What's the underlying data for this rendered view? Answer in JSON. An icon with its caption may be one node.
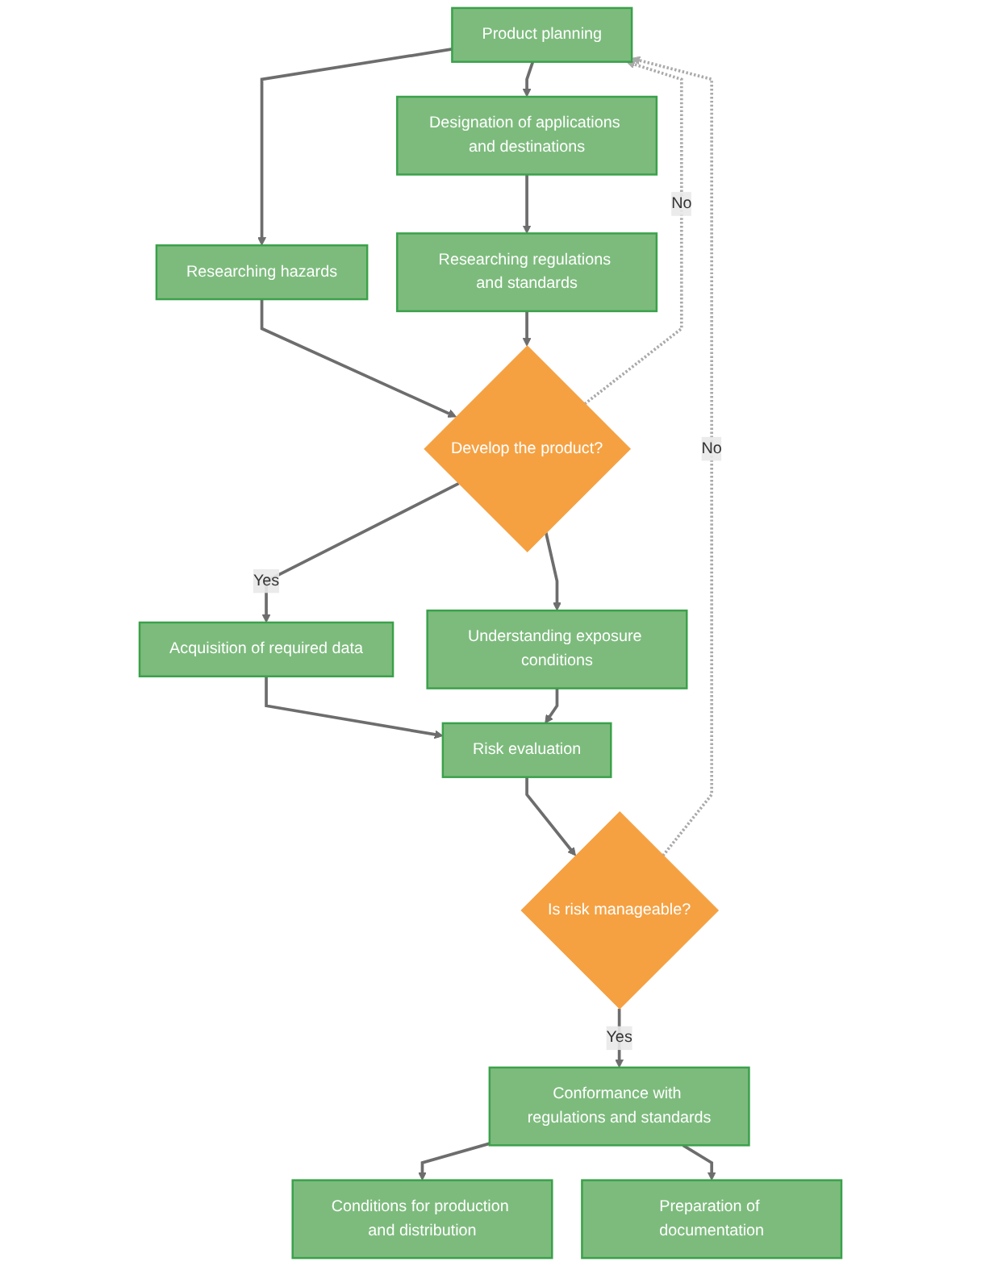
{
  "diagram": {
    "nodes": [
      {
        "text": [
          "Product planning"
        ]
      },
      {
        "text": [
          "Designation of applications and destinations"
        ]
      },
      {
        "text": [
          "Researching hazards"
        ]
      },
      {
        "text": [
          "Researching regulations and standards"
        ]
      },
      {
        "text": [
          "Develop the product?"
        ]
      },
      {
        "text": [
          "Acquisition of required data"
        ]
      },
      {
        "text": [
          "Understanding exposure conditions"
        ]
      },
      {
        "text": [
          "Risk evaluation"
        ]
      },
      {
        "text": [
          "Is risk manageable?"
        ]
      },
      {
        "text": [
          "Conformance with regulations and standards"
        ]
      },
      {
        "text": [
          "Conditions for production and distribution"
        ]
      },
      {
        "text": [
          "Preparation of documentation"
        ]
      }
    ],
    "edges": [
      {
        "from": 0,
        "to": 2,
        "arrow": "to"
      },
      {
        "from": 0,
        "to": 1,
        "arrow": "to"
      },
      {
        "from": 1,
        "to": 3,
        "arrow": "to"
      },
      {
        "from": 2,
        "to": 4,
        "arrow": "to"
      },
      {
        "from": 3,
        "to": 4,
        "arrow": "to"
      },
      {
        "from": 4,
        "to": 5,
        "arrow": "to",
        "label": "Yes"
      },
      {
        "from": 4,
        "to": 6,
        "arrow": "to"
      },
      {
        "from": 4,
        "to": 0,
        "arrow": "to",
        "label": "No",
        "style": "dashed",
        "color": "#aaaaaa"
      },
      {
        "from": 5,
        "to": 7,
        "arrow": "to"
      },
      {
        "from": 6,
        "to": 7,
        "arrow": "to"
      },
      {
        "from": 7,
        "to": 8,
        "arrow": "to"
      },
      {
        "from": 8,
        "to": 9,
        "arrow": "to",
        "label": "Yes"
      },
      {
        "from": 8,
        "to": 0,
        "arrow": "to",
        "label": "No",
        "style": "dashed",
        "color": "#aaaaaa"
      },
      {
        "from": 9,
        "to": 10,
        "arrow": "to"
      },
      {
        "from": 9,
        "to": 11,
        "arrow": "to"
      }
    ]
  }
}
